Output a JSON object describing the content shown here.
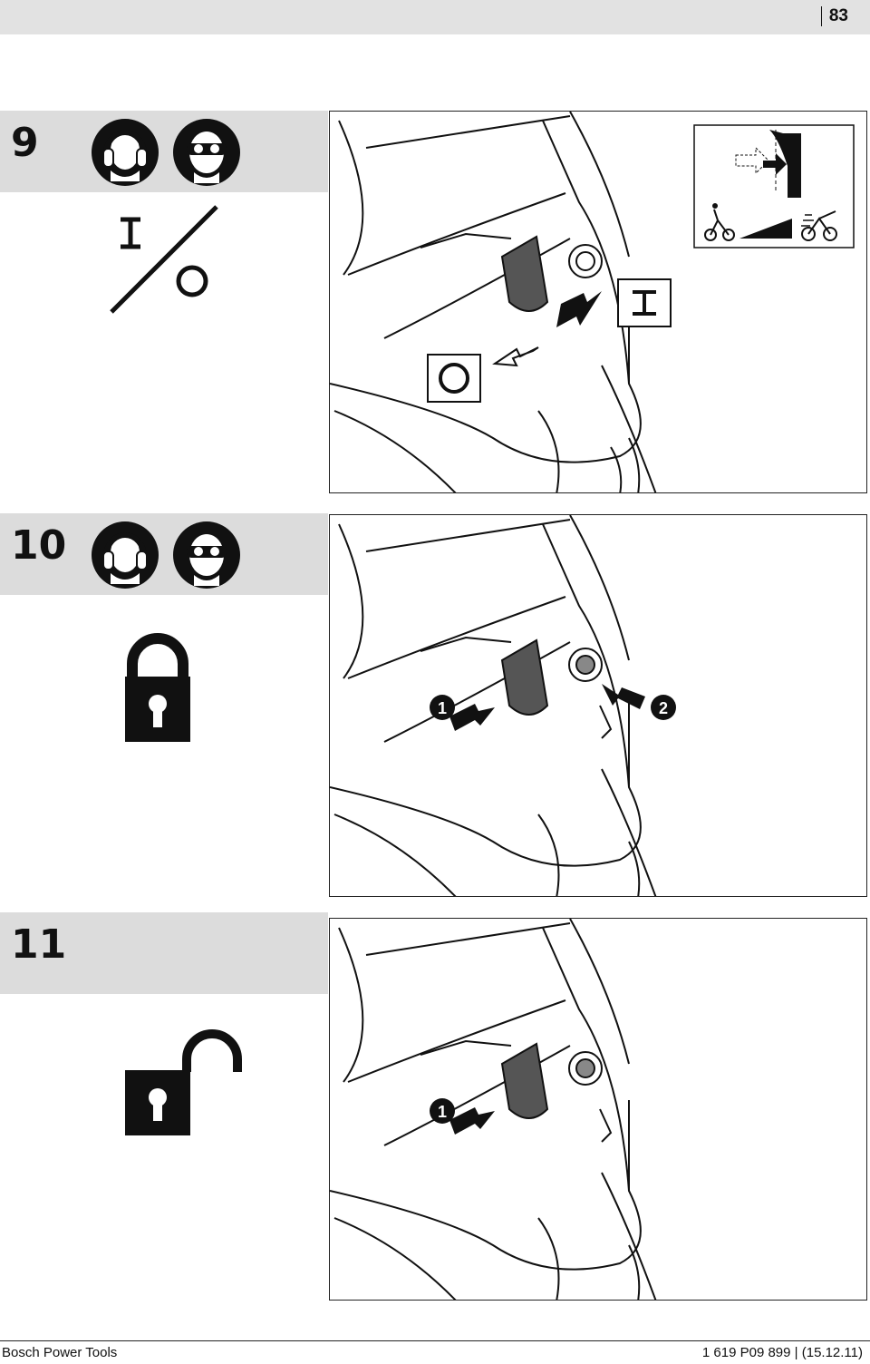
{
  "header": {
    "page_number": "83"
  },
  "steps": [
    {
      "number": "9",
      "ppe": [
        "ear-protection-icon",
        "eye-protection-icon"
      ],
      "panel_labels": {
        "on": "I",
        "off": "O"
      }
    },
    {
      "number": "10",
      "ppe": [
        "ear-protection-icon",
        "eye-protection-icon"
      ],
      "panel_labels": {
        "callout_1": "1",
        "callout_2": "2"
      }
    },
    {
      "number": "11",
      "panel_labels": {
        "callout_1": "1"
      }
    }
  ],
  "footer": {
    "brand": "Bosch Power Tools",
    "doc_ref": "1 619 P09 899 | (15.12.11)"
  }
}
